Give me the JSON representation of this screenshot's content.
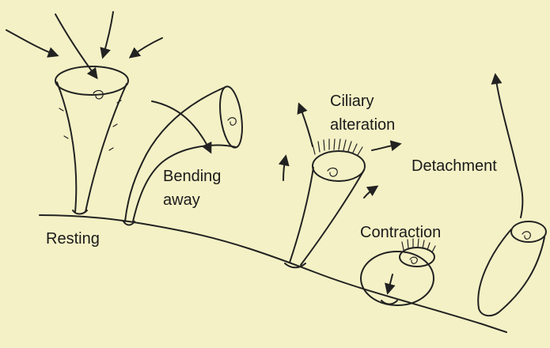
{
  "labels": {
    "resting": "Resting",
    "bending_line1": "Bending",
    "bending_line2": "away",
    "ciliary_line1": "Ciliary",
    "ciliary_line2": "alteration",
    "detachment": "Detachment",
    "contraction": "Contraction"
  },
  "colors": {
    "background": "#f4f1c6",
    "ink": "#222222"
  }
}
